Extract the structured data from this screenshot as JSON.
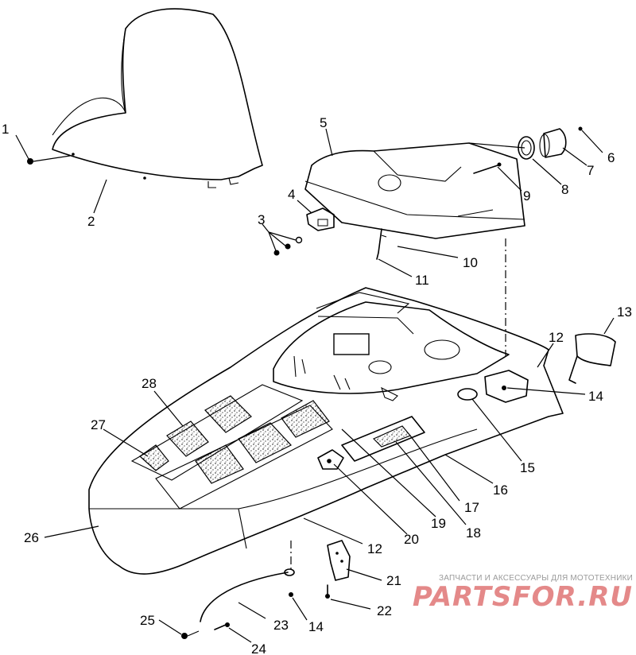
{
  "diagram": {
    "callouts": [
      "1",
      "2",
      "3",
      "4",
      "5",
      "6",
      "7",
      "8",
      "9",
      "10",
      "11",
      "12",
      "12",
      "13",
      "14",
      "14",
      "15",
      "16",
      "17",
      "18",
      "19",
      "20",
      "21",
      "22",
      "23",
      "24",
      "25",
      "26",
      "27",
      "28"
    ]
  },
  "watermark": {
    "subtitle": "ЗАПЧАСТИ И АКСЕССУАРЫ ДЛЯ МОТОТЕХНИКИ",
    "logo": "PARTSFOR.RU"
  }
}
